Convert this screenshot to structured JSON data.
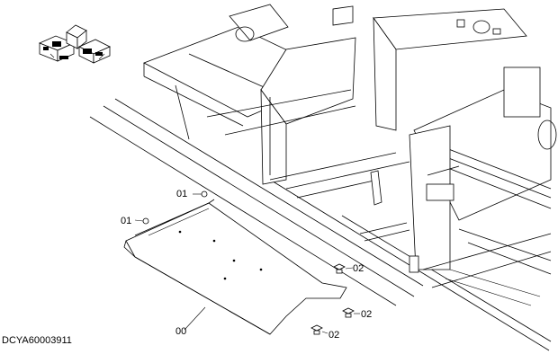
{
  "drawing": {
    "code": "DCYA60003911",
    "callouts": [
      {
        "id": "00",
        "text": "00"
      },
      {
        "id": "01a",
        "text": "01"
      },
      {
        "id": "01b",
        "text": "01"
      },
      {
        "id": "02a",
        "text": "02"
      },
      {
        "id": "02b",
        "text": "02"
      },
      {
        "id": "02c",
        "text": "02"
      }
    ],
    "location_icon": "machine-location-icon"
  }
}
